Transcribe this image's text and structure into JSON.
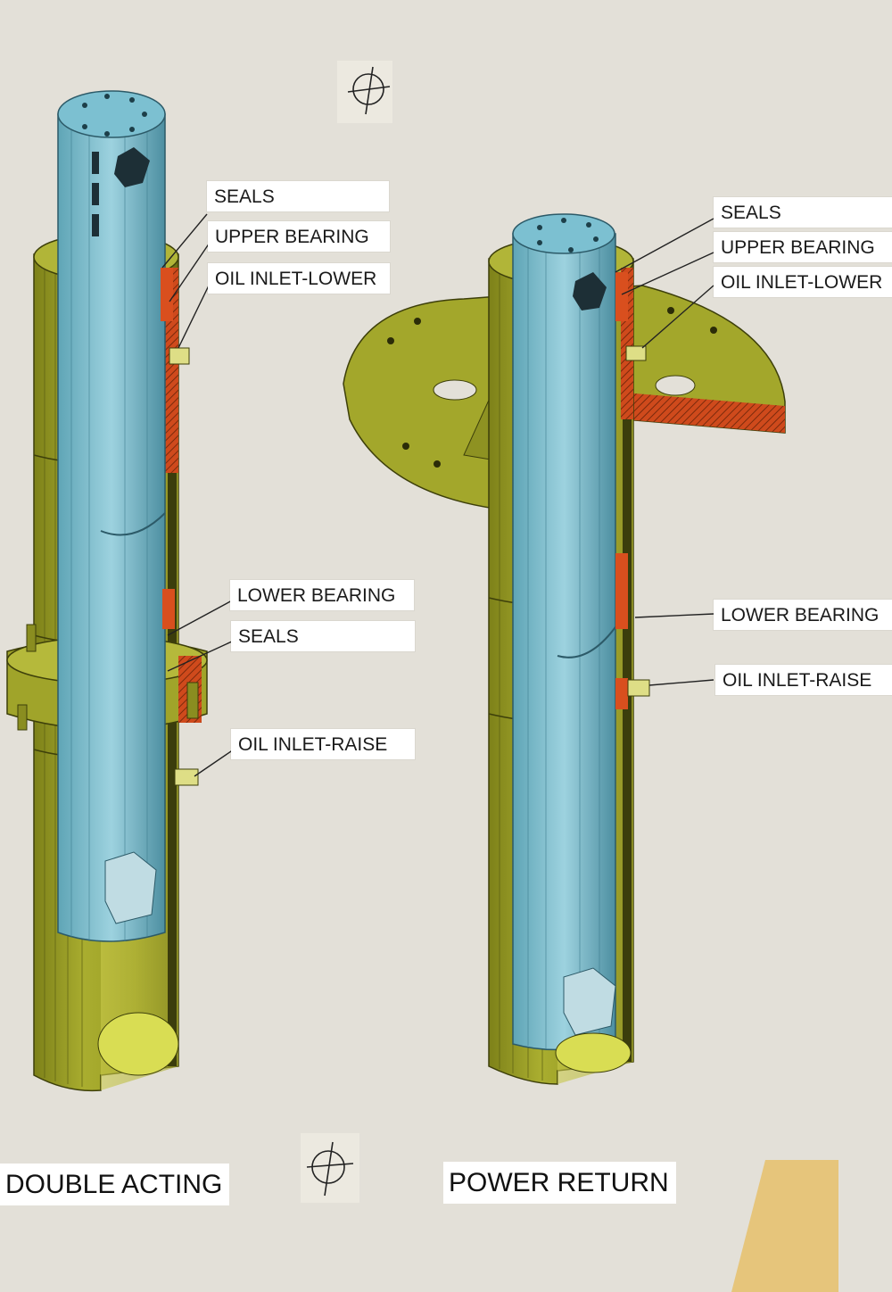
{
  "colors": {
    "background": "#e3e0d8",
    "cylinder": "#a6aa2c",
    "cylinder_dark": "#6f7316",
    "ram": "#8fc8d6",
    "ram_dark": "#4f93a6",
    "seal": "#d94f1e",
    "label_bg": "#ffffff",
    "tape": "#e6c06b"
  },
  "left_diagram": {
    "title": "DOUBLE ACTING",
    "labels": {
      "seals_upper": "SEALS",
      "upper_bearing": "UPPER BEARING",
      "oil_inlet_lower": "OIL INLET-LOWER",
      "lower_bearing": "LOWER BEARING",
      "seals_lower": "SEALS",
      "oil_inlet_raise": "OIL INLET-RAISE"
    }
  },
  "right_diagram": {
    "title": "POWER RETURN",
    "labels": {
      "seals": "SEALS",
      "upper_bearing": "UPPER BEARING",
      "oil_inlet_lower": "OIL INLET-LOWER",
      "lower_bearing": "LOWER BEARING",
      "oil_inlet_raise": "OIL INLET-RAISE"
    }
  }
}
